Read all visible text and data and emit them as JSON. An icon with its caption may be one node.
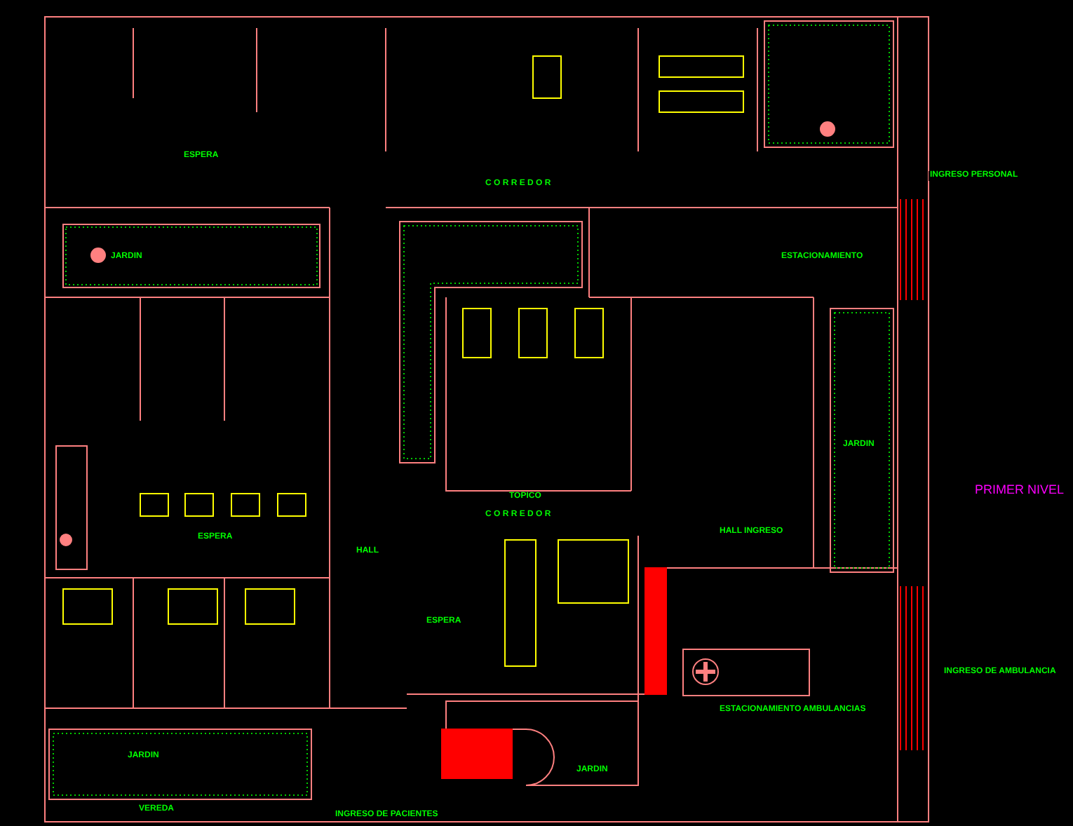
{
  "diagram": {
    "title": "PRIMER NIVEL",
    "labels": [
      "ESPERA",
      "C O R R E D O R",
      "JARDIN",
      "INGRESO PERSONAL",
      "ESTACIONAMIENTO",
      "JARDIN",
      "TOPICO",
      "C O R R E D O R",
      "HALL INGRESO",
      "ESPERA",
      "HALL",
      "ESPERA",
      "INGRESO DE AMBULANCIA",
      "ESTACIONAMIENTO AMBULANCIAS",
      "JARDIN",
      "JARDIN",
      "VEREDA",
      "INGRESO DE PACIENTES"
    ]
  }
}
